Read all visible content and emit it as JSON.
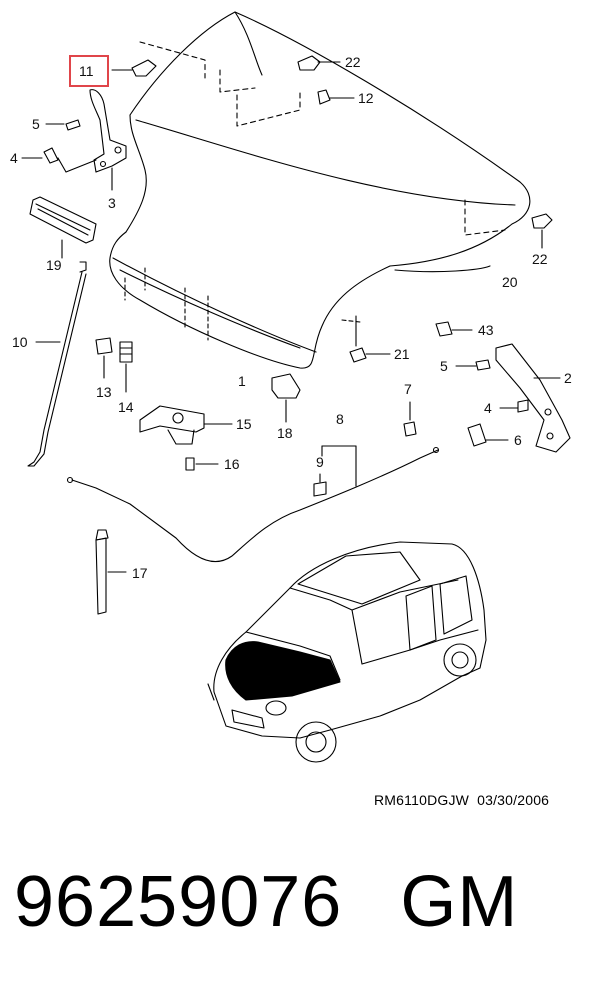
{
  "callouts": {
    "c1": "1",
    "c2": "2",
    "c3": "3",
    "c4a": "4",
    "c4b": "4",
    "c5a": "5",
    "c5b": "5",
    "c6": "6",
    "c7": "7",
    "c8": "8",
    "c9": "9",
    "c10": "10",
    "c11": "11",
    "c12": "12",
    "c13": "13",
    "c14": "14",
    "c15": "15",
    "c16": "16",
    "c17": "17",
    "c18": "18",
    "c19": "19",
    "c20": "20",
    "c21": "21",
    "c22a": "22",
    "c22b": "22",
    "c43": "43"
  },
  "highlight_color": "#e0454a",
  "reference": {
    "code": "RM6110DGJW",
    "date": "03/30/2006"
  },
  "part": {
    "number": "96259076",
    "brand": "GM"
  }
}
